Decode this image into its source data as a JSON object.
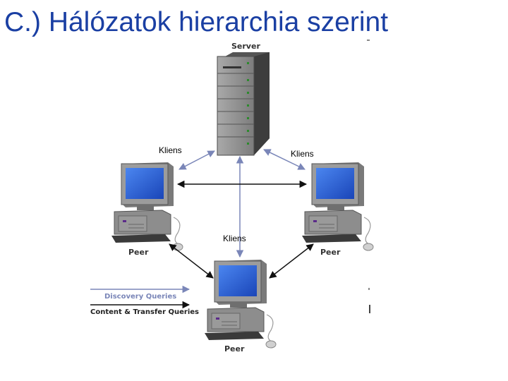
{
  "slide": {
    "title": "C.) Hálózatok hierarchia szerint"
  },
  "diagram": {
    "server_label": "Server",
    "client_label_left": "Kliens",
    "client_label_right": "Kliens",
    "client_label_center": "Kliens",
    "peer_label_left": "Peer",
    "peer_label_right": "Peer",
    "peer_label_bottom": "Peer",
    "legend": {
      "discovery": "Discovery Queries",
      "content": "Content & Transfer Queries"
    },
    "colors": {
      "title": "#1a3fa3",
      "discovery_arrow": "#7a86b8",
      "content_arrow": "#111111",
      "screen": "#2b5fd6",
      "case": "#777777"
    }
  }
}
